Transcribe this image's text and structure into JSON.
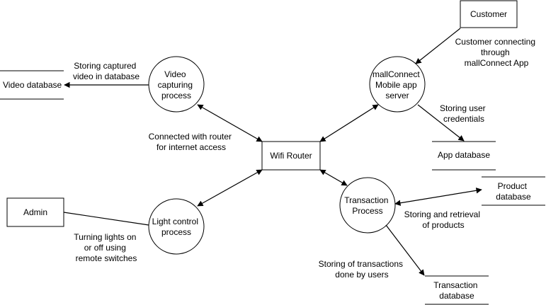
{
  "entities": {
    "customer": "Customer",
    "admin": "Admin",
    "router": "Wifi Router"
  },
  "processes": {
    "video": [
      "Video",
      "capturing",
      "process"
    ],
    "mall": [
      "mallConnect",
      "Mobile app",
      "server"
    ],
    "light": [
      "Light control",
      "process"
    ],
    "transaction": [
      "Transaction",
      "Process"
    ]
  },
  "stores": {
    "video_db": "Video database",
    "app_db": "App database",
    "product_db": [
      "Product",
      "database"
    ],
    "transaction_db": [
      "Transaction",
      "database"
    ]
  },
  "flow_labels": {
    "storing_video": [
      "Storing captured",
      "video in database"
    ],
    "customer_connecting": [
      "Customer connecting",
      "through",
      "mallConnect App"
    ],
    "storing_credentials": [
      "Storing user",
      "credentials"
    ],
    "connected_router": [
      "Connected with router",
      "for internet access"
    ],
    "turning_lights": [
      "Turning lights on",
      "or off using",
      "remote switches"
    ],
    "storing_products": [
      "Storing and retrieval",
      "of products"
    ],
    "storing_transactions": [
      "Storing of transactions",
      "done by users"
    ]
  }
}
